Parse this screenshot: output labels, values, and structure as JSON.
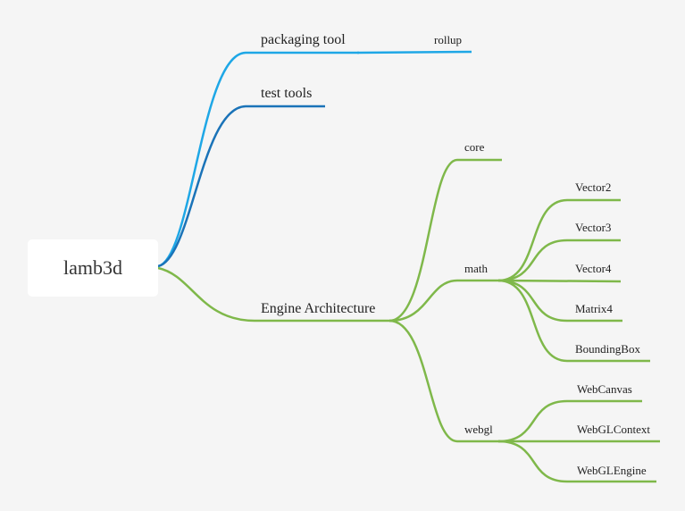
{
  "colors": {
    "background": "#f5f5f5",
    "root_fill": "#ffffff",
    "branch_packaging": "#1ea7e6",
    "branch_test": "#1a73b8",
    "branch_engine": "#7fb84a"
  },
  "root": {
    "label": "lamb3d"
  },
  "branches": {
    "packaging": {
      "label": "packaging tool",
      "children": [
        "rollup"
      ]
    },
    "test": {
      "label": "test tools"
    },
    "engine": {
      "label": "Engine Architecture",
      "core": {
        "label": "core"
      },
      "math": {
        "label": "math",
        "children": [
          "Vector2",
          "Vector3",
          "Vector4",
          "Matrix4",
          "BoundingBox"
        ]
      },
      "webgl": {
        "label": "webgl",
        "children": [
          "WebCanvas",
          "WebGLContext",
          "WebGLEngine"
        ]
      }
    }
  }
}
